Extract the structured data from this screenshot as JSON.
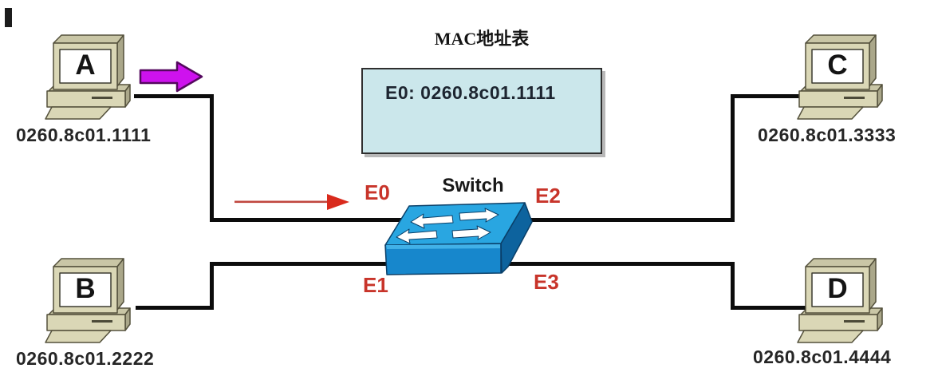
{
  "mac_table": {
    "title": "MAC地址表",
    "entry": "E0: 0260.8c01.1111"
  },
  "switch": {
    "label": "Switch",
    "ports": {
      "e0": "E0",
      "e1": "E1",
      "e2": "E2",
      "e3": "E3"
    }
  },
  "hosts": [
    {
      "letter": "A",
      "mac": "0260.8c01.1111",
      "position": "top-left"
    },
    {
      "letter": "B",
      "mac": "0260.8c01.2222",
      "position": "bottom-left"
    },
    {
      "letter": "C",
      "mac": "0260.8c01.3333",
      "position": "top-right"
    },
    {
      "letter": "D",
      "mac": "0260.8c01.4444",
      "position": "bottom-right"
    }
  ],
  "colors": {
    "wire": "#0c0c0c",
    "port_label_red": "#c8342a",
    "red_arrow": "#d92a1c",
    "frame_arrow_purple": "#ce12ee",
    "switch_top": "#29a6e1",
    "switch_front": "#1787cc",
    "switch_side": "#0d639e",
    "mac_table_fill": "#cbe7eb",
    "pc_body": "#dad7b6"
  }
}
